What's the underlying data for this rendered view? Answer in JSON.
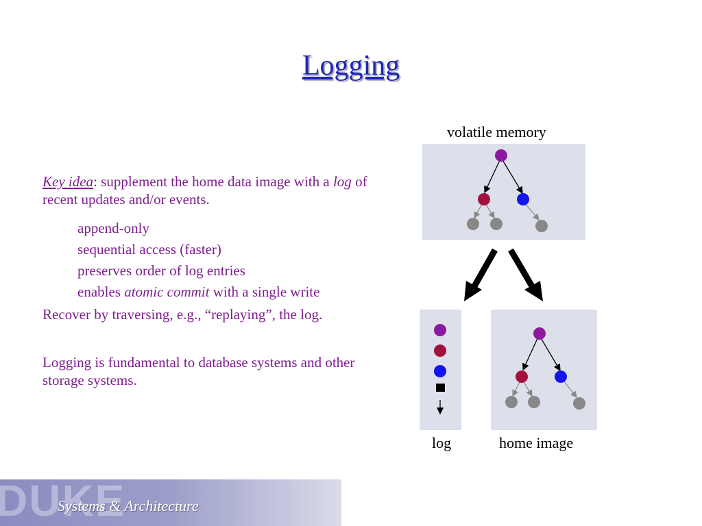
{
  "title": "Logging",
  "key_idea": {
    "label": "Key idea",
    "text_1": ": supplement the home data image with a ",
    "log_word": "log",
    "text_2": " of recent updates and/or events."
  },
  "bullets": {
    "items": [
      {
        "text": "append-only"
      },
      {
        "text": "sequential access (faster)"
      },
      {
        "text": "preserves order of log entries"
      }
    ],
    "atomic": {
      "prefix": "enables ",
      "em": "atomic commit",
      "suffix": " with a single write"
    }
  },
  "recover": "Recover by traversing, e.g., “replaying”, the log.",
  "logging_fund": "Logging is fundamental to database systems and other storage systems.",
  "diagram": {
    "volatile_label": "volatile memory",
    "log_label": "log",
    "home_label": "home image",
    "colors": {
      "panel": "#dde0ea",
      "root": "#8b1a9e",
      "red": "#a3123f",
      "blue": "#1414ee",
      "gray": "#888888",
      "arrow": "#000000"
    }
  },
  "footer": {
    "watermark": "DUKE",
    "subtitle": "Systems & Architecture"
  }
}
